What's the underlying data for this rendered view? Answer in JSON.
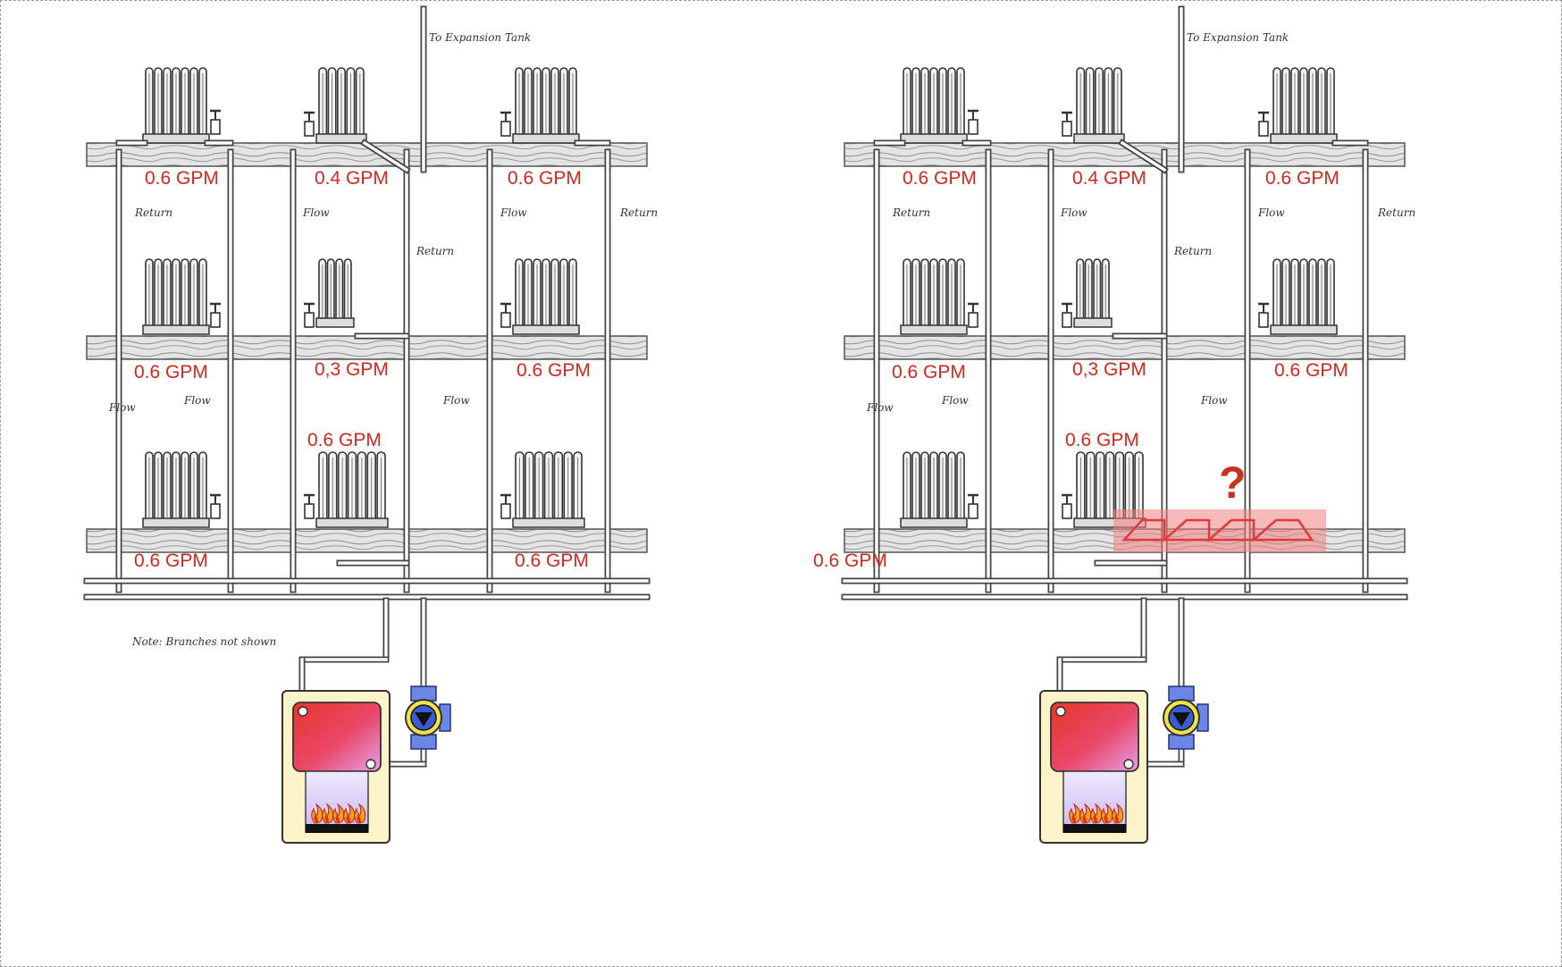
{
  "diagrams": [
    {
      "id": "left",
      "flow_labels": [
        "0.6 GPM",
        "0.4 GPM",
        "0.6 GPM",
        "0.6 GPM",
        "0,3 GPM",
        "0.6 GPM",
        "0.6 GPM",
        "0.6 GPM",
        "0.6 GPM"
      ],
      "tank_label": "To Expansion Tank",
      "pipe_labels": [
        "Return",
        "Flow",
        "Flow",
        "Return",
        "Flow",
        "Flow",
        "Return",
        "Flow"
      ],
      "note": "Note: Branches not shown"
    },
    {
      "id": "right",
      "flow_labels": [
        "0.6 GPM",
        "0.4 GPM",
        "0.6 GPM",
        "0.6 GPM",
        "0,3 GPM",
        "0.6 GPM",
        "0.6 GPM",
        "0.6 GPM"
      ],
      "tank_label": "To Expansion Tank",
      "pipe_labels": [
        "Return",
        "Flow",
        "Flow",
        "Return",
        "Flow",
        "Flow",
        "Return",
        "Flow"
      ],
      "question_mark": "?",
      "replacement": "radiant floor loop (highlighted red)"
    }
  ],
  "colors": {
    "label_red": "#d0281c",
    "boiler_body": "#fbf4c8",
    "boiler_hot": "#e8352a",
    "boiler_cool": "#e7a0e6",
    "pump_blue": "#3b5bd0",
    "radiant_floor": "#f08080"
  }
}
